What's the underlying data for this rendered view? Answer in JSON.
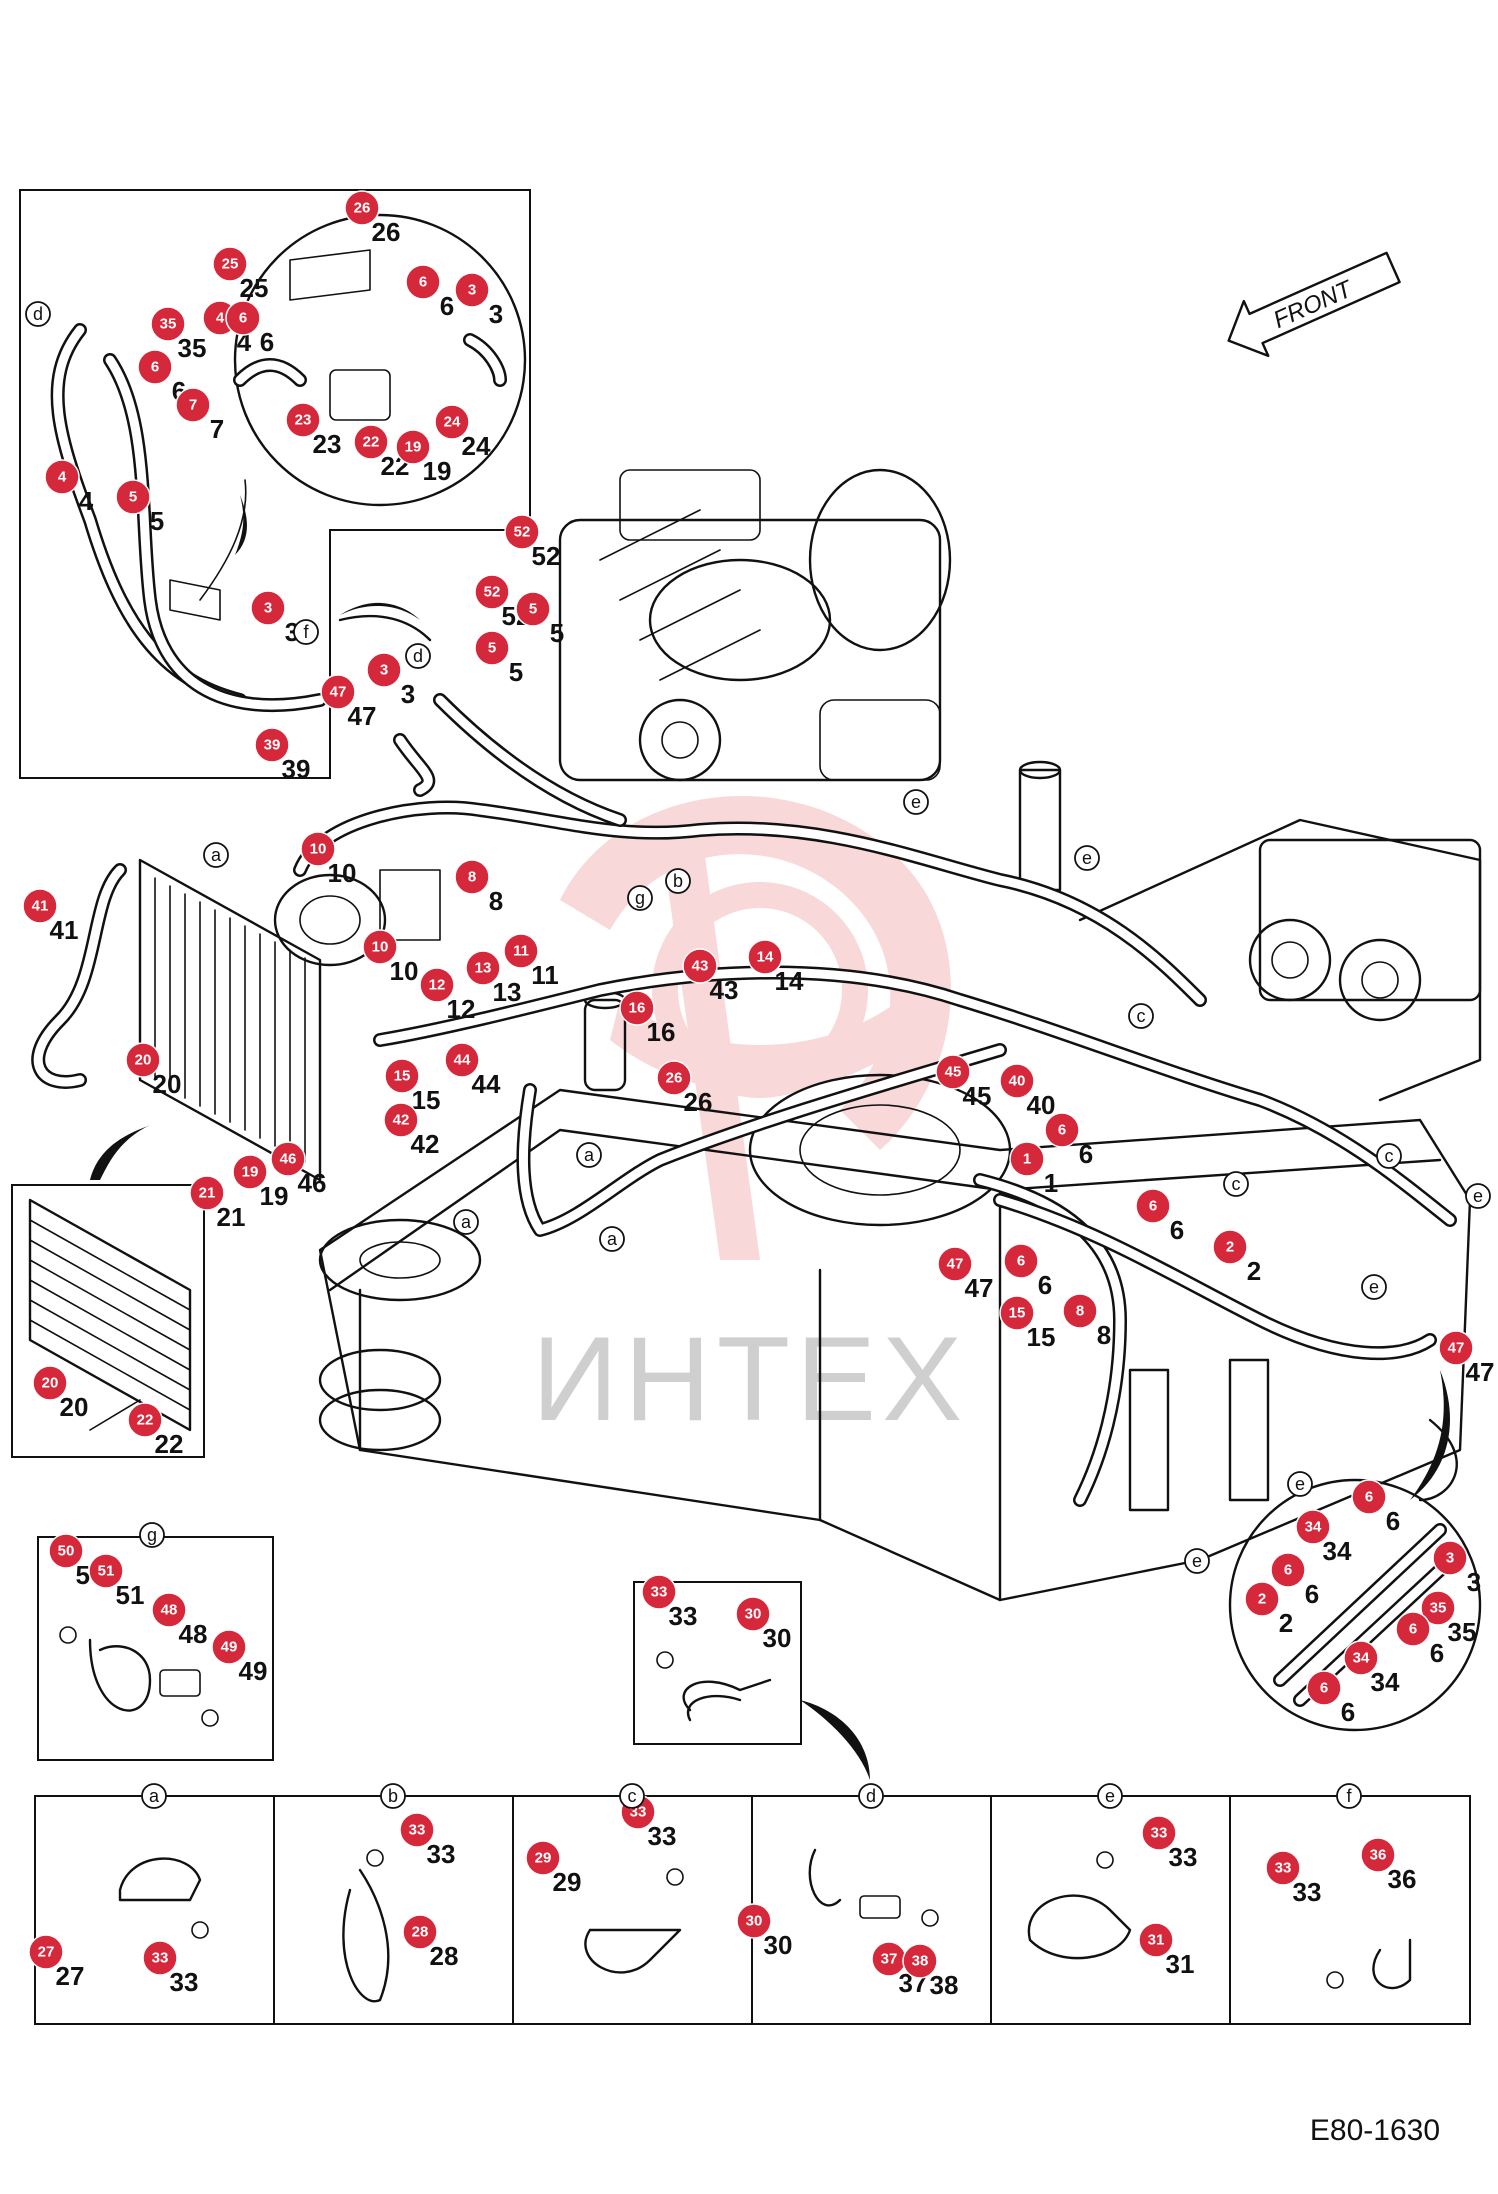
{
  "figure_code": "E80-1630",
  "direction_label": "FRONT",
  "watermark_text": "ИНТЕХ",
  "accent_color": "#d6283b",
  "callouts": [
    {
      "label": "26"
    },
    {
      "label": "25"
    },
    {
      "label": "6"
    },
    {
      "label": "3"
    },
    {
      "label": "35"
    },
    {
      "label": "4"
    },
    {
      "label": "6"
    },
    {
      "label": "6"
    },
    {
      "label": "7"
    },
    {
      "label": "4"
    },
    {
      "label": "5"
    },
    {
      "label": "23"
    },
    {
      "label": "22"
    },
    {
      "label": "19"
    },
    {
      "label": "24"
    },
    {
      "label": "3"
    },
    {
      "label": "47"
    },
    {
      "label": "39"
    },
    {
      "label": "3"
    },
    {
      "label": "52"
    },
    {
      "label": "52"
    },
    {
      "label": "5"
    },
    {
      "label": "5"
    },
    {
      "label": "10"
    },
    {
      "label": "8"
    },
    {
      "label": "10"
    },
    {
      "label": "41"
    },
    {
      "label": "12"
    },
    {
      "label": "13"
    },
    {
      "label": "11"
    },
    {
      "label": "43"
    },
    {
      "label": "14"
    },
    {
      "label": "16"
    },
    {
      "label": "44"
    },
    {
      "label": "15"
    },
    {
      "label": "26"
    },
    {
      "label": "42"
    },
    {
      "label": "20"
    },
    {
      "label": "46"
    },
    {
      "label": "19"
    },
    {
      "label": "21"
    },
    {
      "label": "20"
    },
    {
      "label": "22"
    },
    {
      "label": "45"
    },
    {
      "label": "40"
    },
    {
      "label": "6"
    },
    {
      "label": "1"
    },
    {
      "label": "6"
    },
    {
      "label": "2"
    },
    {
      "label": "47"
    },
    {
      "label": "6"
    },
    {
      "label": "15"
    },
    {
      "label": "8"
    },
    {
      "label": "47"
    },
    {
      "label": "6"
    },
    {
      "label": "34"
    },
    {
      "label": "6"
    },
    {
      "label": "3"
    },
    {
      "label": "2"
    },
    {
      "label": "35"
    },
    {
      "label": "6"
    },
    {
      "label": "34"
    },
    {
      "label": "6"
    },
    {
      "label": "50"
    },
    {
      "label": "51"
    },
    {
      "label": "48"
    },
    {
      "label": "49"
    },
    {
      "label": "33"
    },
    {
      "label": "30"
    },
    {
      "label": "27"
    },
    {
      "label": "33"
    },
    {
      "label": "33"
    },
    {
      "label": "28"
    },
    {
      "label": "33"
    },
    {
      "label": "29"
    },
    {
      "label": "30"
    },
    {
      "label": "37"
    },
    {
      "label": "38"
    },
    {
      "label": "33"
    },
    {
      "label": "31"
    },
    {
      "label": "36"
    },
    {
      "label": "33"
    }
  ],
  "view_letters": [
    {
      "label": "d"
    },
    {
      "label": "f"
    },
    {
      "label": "d"
    },
    {
      "label": "a"
    },
    {
      "label": "g"
    },
    {
      "label": "b"
    },
    {
      "label": "e"
    },
    {
      "label": "e"
    },
    {
      "label": "c"
    },
    {
      "label": "c"
    },
    {
      "label": "c"
    },
    {
      "label": "e"
    },
    {
      "label": "e"
    },
    {
      "label": "e"
    },
    {
      "label": "e"
    },
    {
      "label": "a"
    },
    {
      "label": "a"
    },
    {
      "label": "a"
    },
    {
      "label": "g"
    }
  ],
  "detail_panels": [
    {
      "letter": "a"
    },
    {
      "letter": "b"
    },
    {
      "letter": "c"
    },
    {
      "letter": "d"
    },
    {
      "letter": "e"
    },
    {
      "letter": "f"
    }
  ]
}
